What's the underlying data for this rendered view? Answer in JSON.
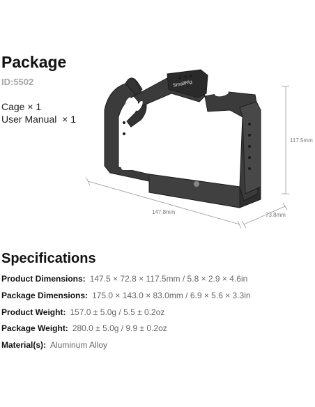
{
  "package": {
    "title": "Package",
    "id": "ID:5502",
    "items": [
      "Cage × 1",
      "User Manual  × 1"
    ]
  },
  "product_image": {
    "brand_mark": "SmallRig",
    "dimensions": {
      "height": "117.5mm",
      "length": "147.8mm",
      "depth": "73.8mm"
    }
  },
  "specifications": {
    "title": "Specifications",
    "rows": [
      {
        "label": "Product Dimensions:",
        "value": "147.5 × 72.8 × 117.5mm / 5.8 × 2.9 × 4.6in"
      },
      {
        "label": "Package Dimensions:",
        "value": "175.0 × 143.0 × 83.0mm / 6.9 × 5.6 × 3.3in"
      },
      {
        "label": "Product Weight:",
        "value": "157.0 ± 5.0g / 5.5 ± 0.2oz"
      },
      {
        "label": "Package Weight:",
        "value": "280.0 ± 5.0g / 9.9 ± 0.2oz"
      },
      {
        "label": "Material(s):",
        "value": "Aluminum Alloy"
      }
    ]
  }
}
